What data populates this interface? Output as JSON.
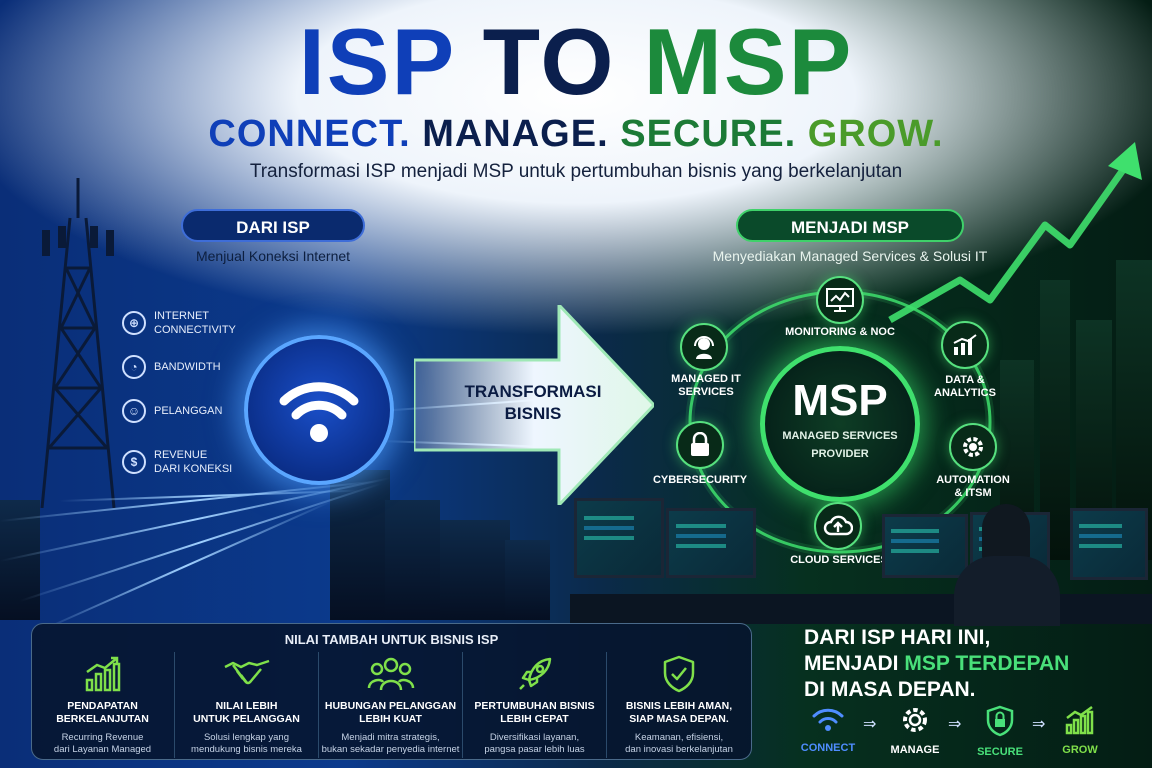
{
  "header": {
    "title_isp": "ISP",
    "title_to": "TO",
    "title_msp": "MSP",
    "tag_connect": "CONNECT.",
    "tag_manage": "MANAGE.",
    "tag_secure": "SECURE.",
    "tag_grow": "GROW.",
    "subtitle": "Transformasi ISP menjadi MSP untuk pertumbuhan bisnis yang berkelanjutan"
  },
  "isp": {
    "pill": "DARI ISP",
    "desc": "Menjual Koneksi Internet",
    "features": [
      {
        "icon": "globe-icon",
        "glyph": "⊕",
        "label_1": "Internet",
        "label_2": "Connectivity"
      },
      {
        "icon": "speedometer-icon",
        "glyph": "◔",
        "label_1": "Bandwidth",
        "label_2": ""
      },
      {
        "icon": "user-icon",
        "glyph": "☺",
        "label_1": "Pelanggan",
        "label_2": ""
      },
      {
        "icon": "dollar-icon",
        "glyph": "$",
        "label_1": "Revenue",
        "label_2": "Dari Koneksi"
      }
    ]
  },
  "transform": {
    "line_1": "TRANSFORMASI",
    "line_2": "BISNIS"
  },
  "msp": {
    "pill": "MENJADI MSP",
    "desc": "Menyediakan Managed Services & Solusi IT",
    "core_title": "MSP",
    "core_sub_1": "MANAGED SERVICES",
    "core_sub_2": "PROVIDER",
    "nodes": {
      "monitoring": "MONITORING & NOC",
      "managed_1": "MANAGED IT",
      "managed_2": "SERVICES",
      "data": "DATA & ANALYTICS",
      "cyber": "CYBERSECURITY",
      "automation_1": "AUTOMATION",
      "automation_2": "& ITSM",
      "cloud": "CLOUD SERVICES"
    }
  },
  "panel": {
    "title": "NILAI TAMBAH UNTUK BISNIS ISP",
    "columns": [
      {
        "icon": "growth-chart-icon",
        "h1": "Pendapatan",
        "h2": "Berkelanjutan",
        "d1": "Recurring Revenue",
        "d2": "dari Layanan Managed"
      },
      {
        "icon": "handshake-icon",
        "h1": "Nilai Lebih",
        "h2": "untuk Pelanggan",
        "d1": "Solusi lengkap yang",
        "d2": "mendukung bisnis mereka"
      },
      {
        "icon": "people-icon",
        "h1": "Hubungan Pelanggan",
        "h2": "Lebih Kuat",
        "d1": "Menjadi mitra strategis,",
        "d2": "bukan sekadar penyedia internet"
      },
      {
        "icon": "rocket-icon",
        "h1": "Pertumbuhan Bisnis",
        "h2": "Lebih Cepat",
        "d1": "Diversifikasi layanan,",
        "d2": "pangsa pasar lebih luas"
      },
      {
        "icon": "shield-check-icon",
        "h1": "Bisnis Lebih Aman,",
        "h2": "Siap Masa Depan.",
        "d1": "Keamanan, efisiensi,",
        "d2": "dan inovasi berkelanjutan"
      }
    ]
  },
  "slogan": {
    "line_1": "DARI ISP HARI INI,",
    "line_2_a": "MENJADI ",
    "line_2_b": "MSP TERDEPAN",
    "line_3": "DI MASA DEPAN."
  },
  "steps": [
    {
      "icon": "wifi-icon",
      "label": "CONNECT",
      "color": "#4f8dff"
    },
    {
      "icon": "gear-icon",
      "label": "MANAGE",
      "color": "#ffffff"
    },
    {
      "icon": "lock-icon",
      "label": "SECURE",
      "color": "#49e07a"
    },
    {
      "icon": "growth-chart-icon",
      "label": "GROW",
      "color": "#7fe04a"
    }
  ],
  "colors": {
    "isp_blue": "#0f3fb8",
    "navy": "#0b1f4d",
    "msp_green": "#1c8a3c",
    "glow_green": "#3fe06d",
    "glow_blue": "#5aa6ff"
  }
}
